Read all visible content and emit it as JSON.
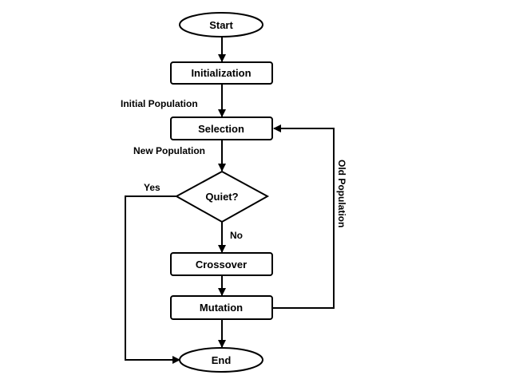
{
  "nodes": {
    "start": "Start",
    "initialization": "Initialization",
    "selection": "Selection",
    "decision": "Quiet?",
    "crossover": "Crossover",
    "mutation": "Mutation",
    "end": "End"
  },
  "edge_labels": {
    "initial_population": "Initial Population",
    "new_population": "New Population",
    "yes": "Yes",
    "no": "No",
    "old_population": "Old Population"
  }
}
